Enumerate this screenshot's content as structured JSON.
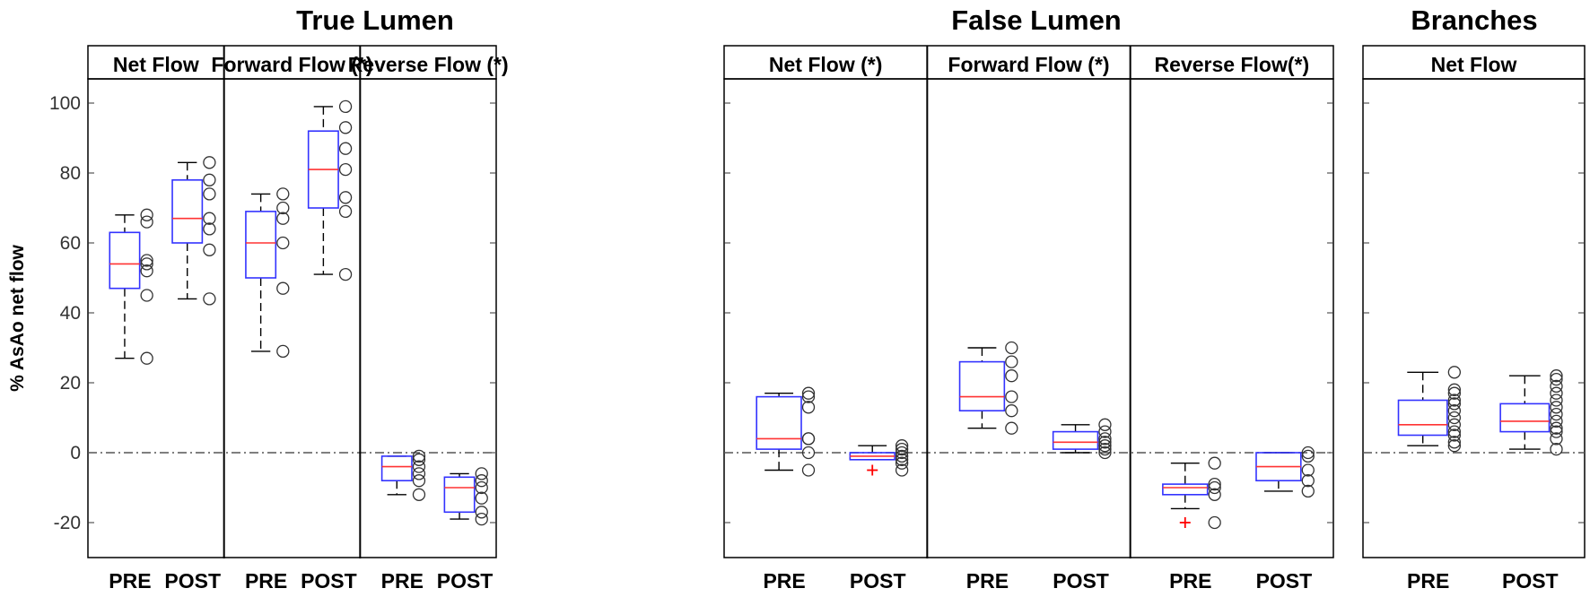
{
  "chart_data": {
    "type": "box",
    "ylabel": "% AsAo net flow",
    "ylim": [
      -30,
      105
    ],
    "yticks": [
      100,
      80,
      60,
      40,
      20,
      0,
      -20
    ],
    "reference_line": 0,
    "categories": [
      "PRE",
      "POST"
    ],
    "colors": {
      "box": "#3333ff",
      "median": "#ff3333",
      "outlier": "#ff0000",
      "whisker": "#000000",
      "reference": "#555555"
    },
    "groups": [
      {
        "title": "True Lumen",
        "panels": [
          {
            "title": "Net Flow",
            "boxes": [
              {
                "category": "PRE",
                "min": 27,
                "q1": 47,
                "median": 54,
                "q3": 63,
                "max": 68,
                "points": [
                  27,
                  45,
                  52,
                  54,
                  55,
                  66,
                  68
                ],
                "outliers": []
              },
              {
                "category": "POST",
                "min": 44,
                "q1": 60,
                "median": 67,
                "q3": 78,
                "max": 83,
                "points": [
                  44,
                  58,
                  64,
                  67,
                  74,
                  78,
                  83
                ],
                "outliers": []
              }
            ]
          },
          {
            "title": "Forward Flow (*)",
            "boxes": [
              {
                "category": "PRE",
                "min": 29,
                "q1": 50,
                "median": 60,
                "q3": 69,
                "max": 74,
                "points": [
                  29,
                  47,
                  60,
                  67,
                  70,
                  74
                ],
                "outliers": []
              },
              {
                "category": "POST",
                "min": 51,
                "q1": 70,
                "median": 81,
                "q3": 92,
                "max": 99,
                "points": [
                  51,
                  69,
                  73,
                  81,
                  87,
                  93,
                  99
                ],
                "outliers": []
              }
            ]
          },
          {
            "title": "Reverse Flow (*)",
            "boxes": [
              {
                "category": "PRE",
                "min": -12,
                "q1": -8,
                "median": -4,
                "q3": -1,
                "max": -1,
                "points": [
                  -12,
                  -8,
                  -6,
                  -4,
                  -2,
                  -1
                ],
                "outliers": []
              },
              {
                "category": "POST",
                "min": -19,
                "q1": -17,
                "median": -10,
                "q3": -7,
                "max": -6,
                "points": [
                  -19,
                  -17,
                  -13,
                  -10,
                  -8,
                  -6
                ],
                "outliers": []
              }
            ]
          }
        ]
      },
      {
        "title": "False Lumen",
        "panels": [
          {
            "title": "Net Flow (*)",
            "boxes": [
              {
                "category": "PRE",
                "min": -5,
                "q1": 1,
                "median": 4,
                "q3": 16,
                "max": 17,
                "points": [
                  -5,
                  0,
                  4,
                  4,
                  13,
                  16,
                  17
                ],
                "outliers": []
              },
              {
                "category": "POST",
                "min": -2,
                "q1": -2,
                "median": -1,
                "q3": 0,
                "max": 2,
                "points": [
                  -5,
                  -3,
                  -2,
                  -1,
                  0,
                  1,
                  2
                ],
                "outliers": [
                  -5
                ]
              }
            ]
          },
          {
            "title": "Forward Flow (*)",
            "boxes": [
              {
                "category": "PRE",
                "min": 7,
                "q1": 12,
                "median": 16,
                "q3": 26,
                "max": 30,
                "points": [
                  7,
                  12,
                  16,
                  22,
                  26,
                  30
                ],
                "outliers": []
              },
              {
                "category": "POST",
                "min": 0,
                "q1": 1,
                "median": 3,
                "q3": 6,
                "max": 8,
                "points": [
                  0,
                  1,
                  2,
                  3,
                  4,
                  6,
                  8
                ],
                "outliers": []
              }
            ]
          },
          {
            "title": "Reverse Flow(*)",
            "boxes": [
              {
                "category": "PRE",
                "min": -16,
                "q1": -12,
                "median": -10,
                "q3": -9,
                "max": -3,
                "points": [
                  -20,
                  -12,
                  -10,
                  -9,
                  -3
                ],
                "outliers": [
                  -20
                ]
              },
              {
                "category": "POST",
                "min": -11,
                "q1": -8,
                "median": -4,
                "q3": 0,
                "max": 0,
                "points": [
                  -11,
                  -8,
                  -5,
                  -1,
                  0
                ],
                "outliers": []
              }
            ]
          }
        ]
      },
      {
        "title": "Branches",
        "panels": [
          {
            "title": "Net Flow",
            "boxes": [
              {
                "category": "PRE",
                "min": 2,
                "q1": 5,
                "median": 8,
                "q3": 15,
                "max": 23,
                "points": [
                  2,
                  3,
                  5,
                  6,
                  8,
                  10,
                  12,
                  14,
                  15,
                  17,
                  18,
                  23
                ],
                "outliers": []
              },
              {
                "category": "POST",
                "min": 1,
                "q1": 6,
                "median": 9,
                "q3": 14,
                "max": 22,
                "points": [
                  1,
                  4,
                  6,
                  7,
                  9,
                  11,
                  13,
                  15,
                  17,
                  19,
                  21,
                  22
                ],
                "outliers": []
              }
            ]
          }
        ]
      }
    ]
  }
}
